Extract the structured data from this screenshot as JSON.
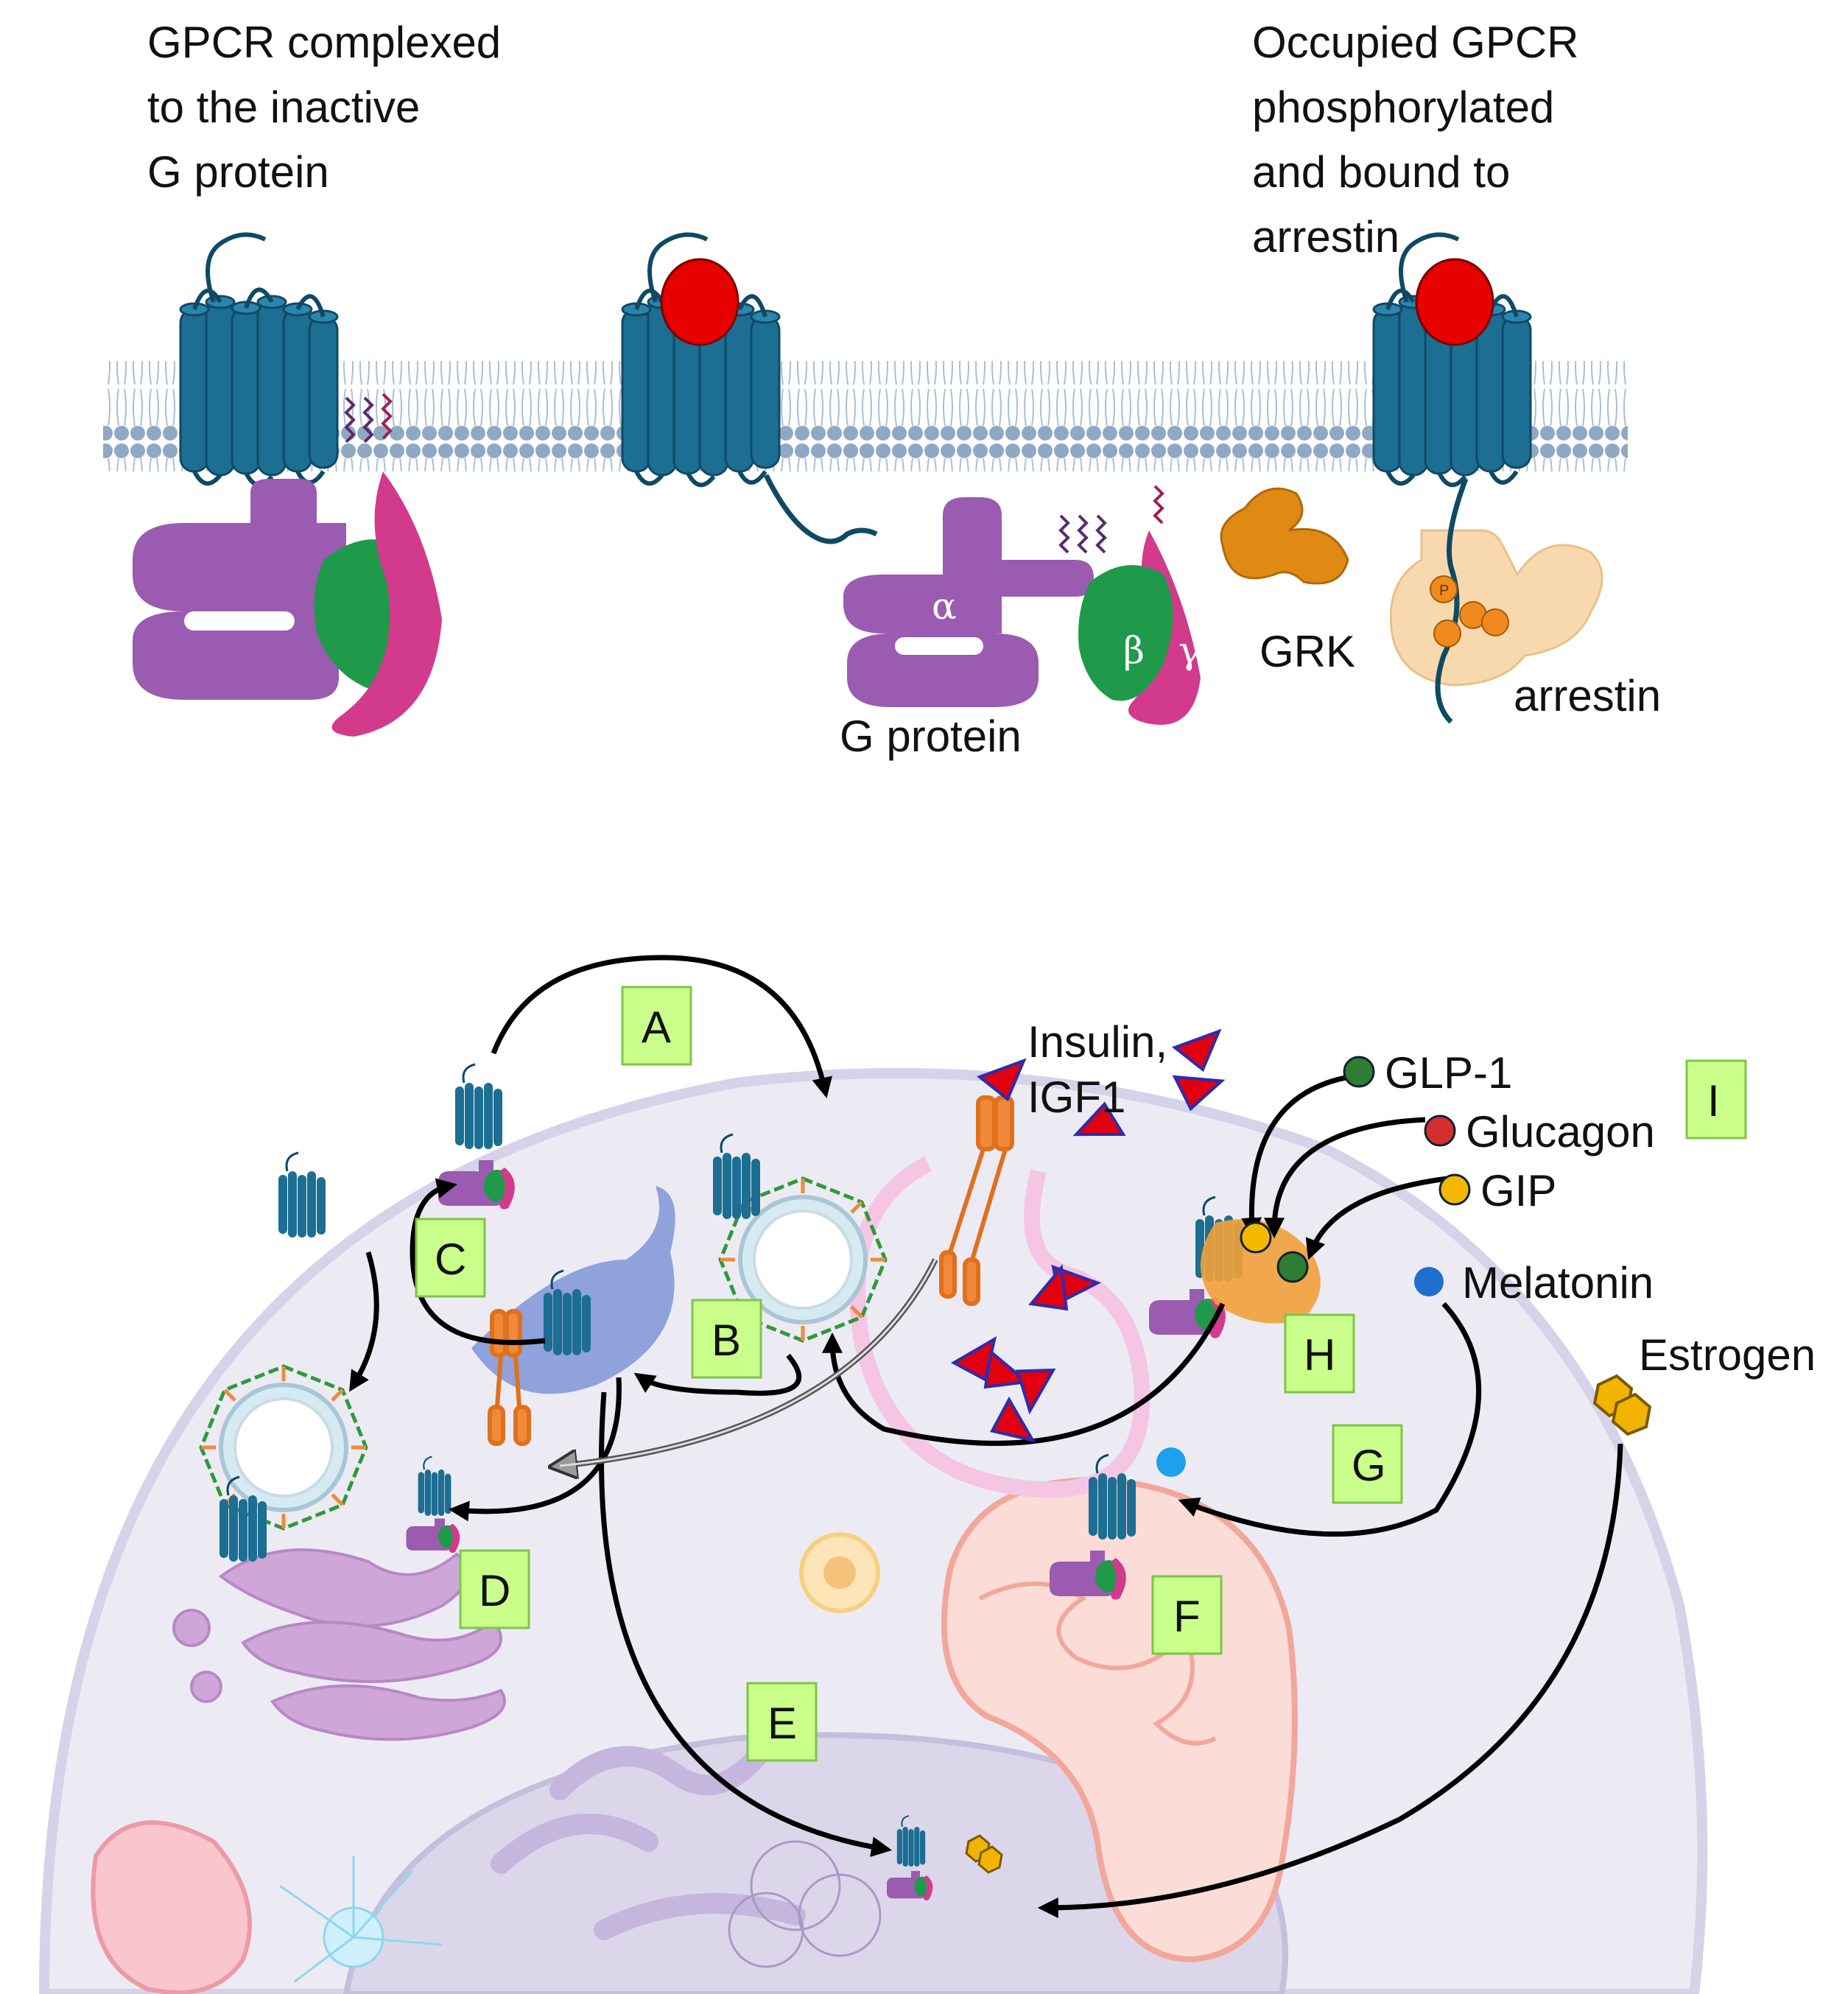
{
  "colors": {
    "receptor": "#1c6e92",
    "g_alpha": "#9a5bb0",
    "g_beta": "#1e9a4a",
    "g_gamma": "#d23a8c",
    "ligand": "#e60000",
    "grk": "#e08a14",
    "arrestin": "#f8d9ad",
    "label_box": "#c9ff8a",
    "glp1": "#2e7d32",
    "glucagon": "#d32f2f",
    "gip": "#f5b800",
    "melatonin": "#1e6fd0",
    "estrogen": "#f2b400"
  },
  "top_panel": {
    "title_left": [
      "GPCR complexed",
      "to the inactive",
      "G protein"
    ],
    "title_right": [
      "Occupied GPCR",
      "phosphorylated",
      "and bound to",
      "arrestin"
    ],
    "g_protein_label": "G protein",
    "alpha": "α",
    "beta": "β",
    "gamma": "γ",
    "grk_label": "GRK",
    "arrestin_label": "arrestin",
    "phospho": "P"
  },
  "bottom_panel": {
    "boxes": [
      "A",
      "B",
      "C",
      "D",
      "E",
      "F",
      "G",
      "H",
      "I"
    ],
    "ligands": {
      "insulin": "Insulin,",
      "igf1": "IGF1",
      "glp1": "GLP-1",
      "glucagon": "Glucagon",
      "gip": "GIP",
      "melatonin": "Melatonin",
      "estrogen": "Estrogen"
    }
  }
}
